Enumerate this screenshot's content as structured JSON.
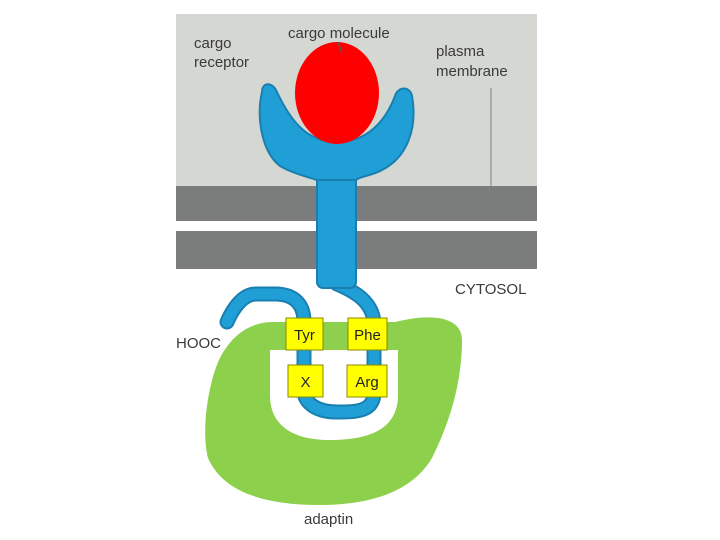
{
  "labels": {
    "cargo_molecule": "cargo molecule",
    "cargo_receptor_1": "cargo",
    "cargo_receptor_2": "receptor",
    "plasma_membrane_1": "plasma",
    "plasma_membrane_2": "membrane",
    "cytosol": "CYTOSOL",
    "hooc": "HOOC",
    "adaptin": "adaptin"
  },
  "motifs": {
    "tyr": "Tyr",
    "phe": "Phe",
    "x": "X",
    "arg": "Arg"
  },
  "colors": {
    "lumen_background": "#d5d8d2",
    "membrane": "#7b7d7c",
    "receptor": "#1f9fd6",
    "receptor_outline": "#1a7fb0",
    "cargo_molecule": "#ff0000",
    "adaptin": "#8dd04c",
    "motif_box": "#ffff00"
  }
}
